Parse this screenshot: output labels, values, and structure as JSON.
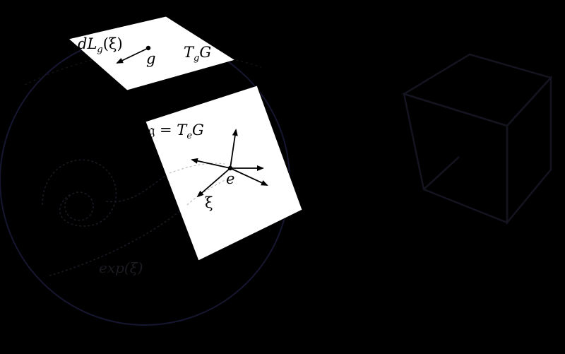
{
  "diagram": {
    "colors": {
      "background": "#000000",
      "plane_fill": "#ffffff",
      "ink": "#000000",
      "ghost_line": "#1d1d2a",
      "ghost_circle": "#161630"
    },
    "tangent_plane_g": {
      "pushforward_label": "dL",
      "pushforward_sub": "g",
      "pushforward_arg": "(ξ)",
      "point_label": "g",
      "space_label_T": "T",
      "space_label_sub": "g",
      "space_label_G": "G"
    },
    "lie_algebra_plane": {
      "algebra_label": "𝔤 = ",
      "space_label_T": "T",
      "space_label_sub": "e",
      "space_label_G": "G",
      "identity_label": "e",
      "vector_label": "ξ"
    },
    "exp_label": "exp(ξ)"
  }
}
